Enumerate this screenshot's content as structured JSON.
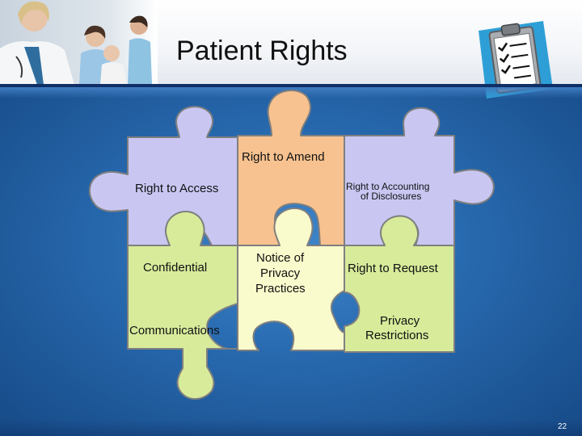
{
  "slide": {
    "title": "Patient Rights",
    "page_number": "22"
  },
  "puzzle": {
    "pieces": {
      "amend": "Right to Amend",
      "access": "Right  to Access",
      "accounting_line1": "Right to Accounting",
      "accounting_line2": "of Disclosures",
      "confidential": "Confidential",
      "communications": "Communications",
      "notice_line1": "Notice of",
      "notice_line2": "Privacy",
      "notice_line3": "Practices",
      "request": "Right to Request",
      "restrictions_line1": "Privacy",
      "restrictions_line2": "Restrictions"
    }
  },
  "colors": {
    "lavender_piece": "#c9c7f2",
    "orange_piece": "#f7c28f",
    "green_piece": "#d7eb9b",
    "cream_piece": "#fafbcc",
    "background": "#2a6bb0"
  },
  "icons": {
    "photo": "medical-staff-photo",
    "clipboard": "clipboard-checklist-icon"
  }
}
